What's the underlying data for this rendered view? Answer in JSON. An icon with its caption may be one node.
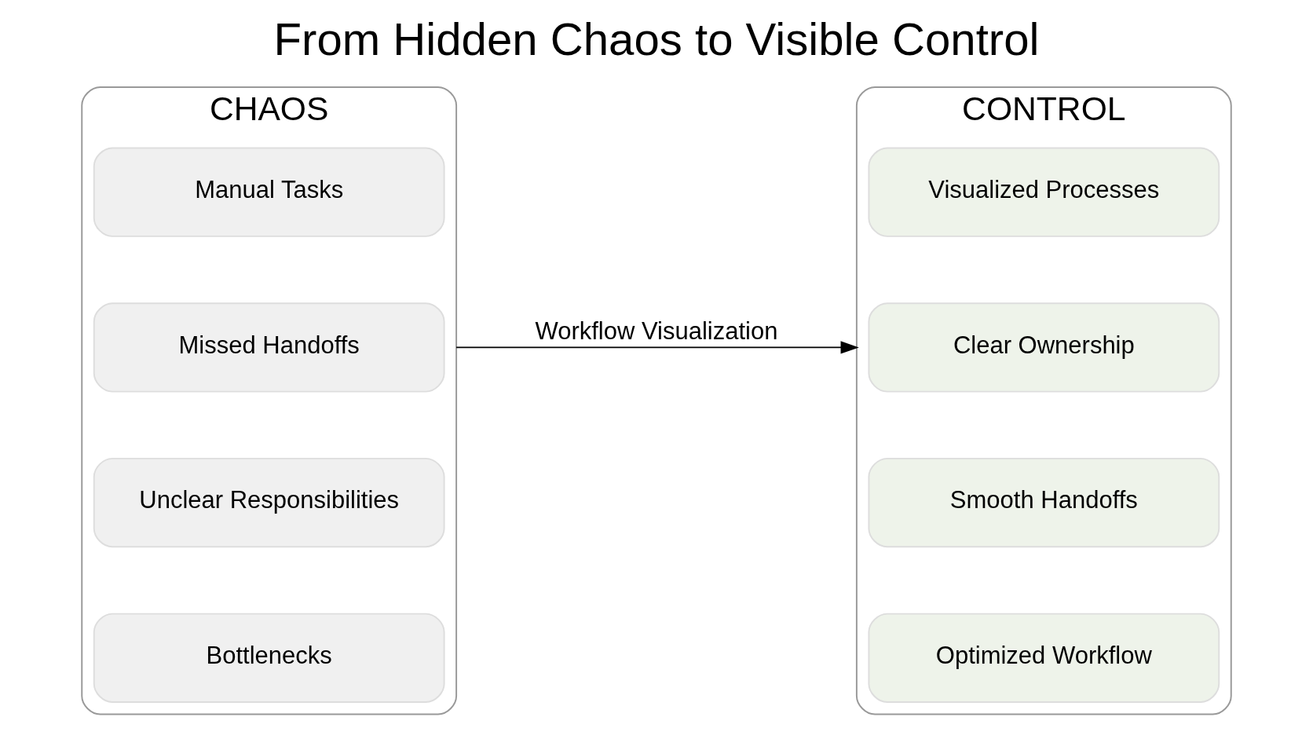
{
  "diagram": {
    "title": "From Hidden Chaos to Visible Control",
    "nodes": [
      {
        "text": [
          "CHAOS"
        ]
      },
      {
        "text": [
          "Manual Tasks"
        ],
        "in": 0
      },
      {
        "text": [
          "Missed Handoffs"
        ],
        "in": 0
      },
      {
        "text": [
          "Unclear Responsibilities"
        ],
        "in": 0
      },
      {
        "text": [
          "Bottlenecks"
        ],
        "in": 0
      },
      {
        "text": [
          "CONTROL"
        ]
      },
      {
        "text": [
          "Visualized Processes"
        ],
        "in": 5
      },
      {
        "text": [
          "Clear Ownership"
        ],
        "in": 5
      },
      {
        "text": [
          "Smooth Handoffs"
        ],
        "in": 5
      },
      {
        "text": [
          "Optimized Workflow"
        ],
        "in": 5
      }
    ],
    "edges": [
      {
        "from": 0,
        "to": 5,
        "arrow": "to",
        "label": "Workflow Visualization"
      }
    ]
  }
}
